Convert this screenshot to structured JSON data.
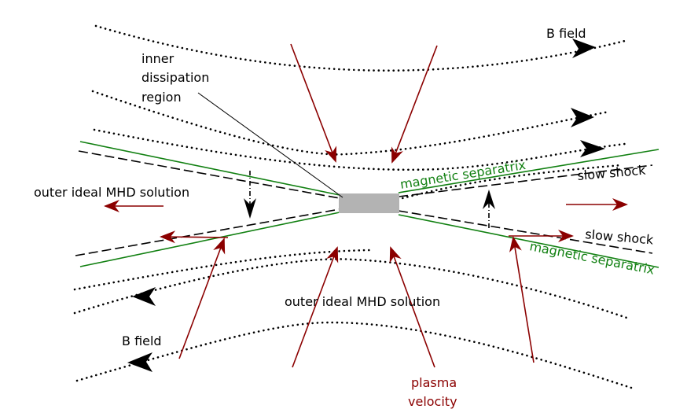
{
  "labels": {
    "inner_region": [
      "inner",
      "dissipation",
      "region"
    ],
    "b_field_top": "B field",
    "b_field_bottom": "B field",
    "outer_solution_left": "outer ideal MHD solution",
    "outer_solution_bottom": "outer ideal MHD solution",
    "slow_shock_top": "slow shock",
    "slow_shock_bottom": "slow shock",
    "separatrix_top": "magnetic separatrix",
    "separatrix_bottom": "magnetic separatrix",
    "plasma_velocity": [
      "plasma",
      "velocity"
    ]
  },
  "colors": {
    "plasma_velocity": "#8b0000",
    "separatrix": "#118011",
    "field": "#000000",
    "dissipation_region": "#b3b3b3"
  }
}
